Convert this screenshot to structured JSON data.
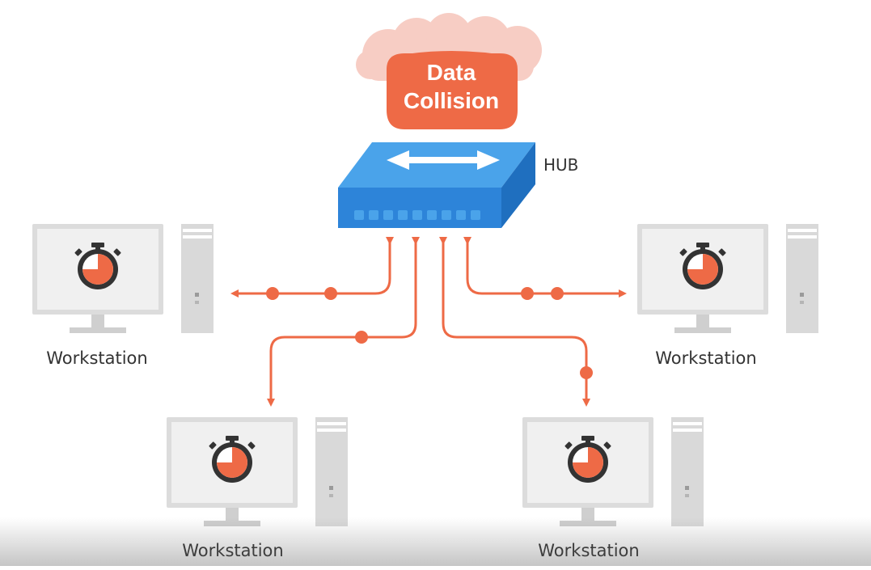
{
  "diagram": {
    "cloud_label": [
      "Data",
      "Collision"
    ],
    "hub_label": "HUB",
    "workstations": [
      {
        "id": "top-left",
        "label": "Workstation"
      },
      {
        "id": "top-right",
        "label": "Workstation"
      },
      {
        "id": "bottom-left",
        "label": "Workstation"
      },
      {
        "id": "bottom-right",
        "label": "Workstation"
      }
    ]
  },
  "colors": {
    "accent": "#ee6a46",
    "cloud_back": "#f6c9c0",
    "hub_top": "#4aa3ea",
    "hub_front": "#2d84d9",
    "monitor_frame": "#dcdcdc",
    "screen": "#efefef",
    "tower": "#d9d9d9"
  },
  "icons": {
    "cloud": "cloud-icon",
    "hub": "network-hub-icon",
    "workstation": "desktop-computer-icon",
    "timer": "stopwatch-icon"
  }
}
